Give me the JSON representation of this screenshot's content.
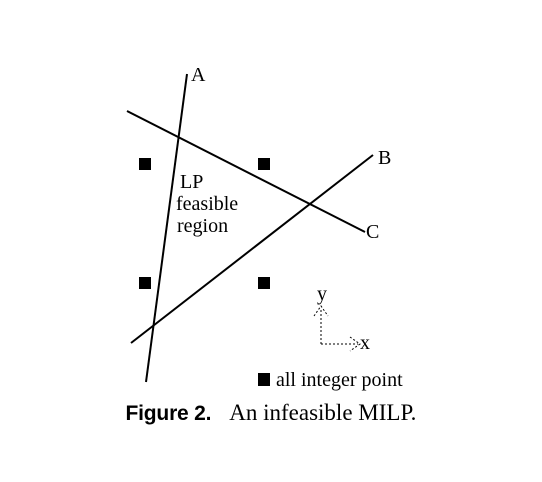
{
  "figure": {
    "lines": [
      {
        "label": "A"
      },
      {
        "label": "B"
      },
      {
        "label": "C"
      }
    ],
    "region_label": [
      "LP",
      "feasible",
      "region"
    ],
    "integer_point_count": 4,
    "axes": {
      "x_label": "x",
      "y_label": "y"
    },
    "legend": {
      "label": "all integer point"
    },
    "caption": {
      "label": "Figure 2.",
      "text": "An infeasible MILP."
    }
  }
}
